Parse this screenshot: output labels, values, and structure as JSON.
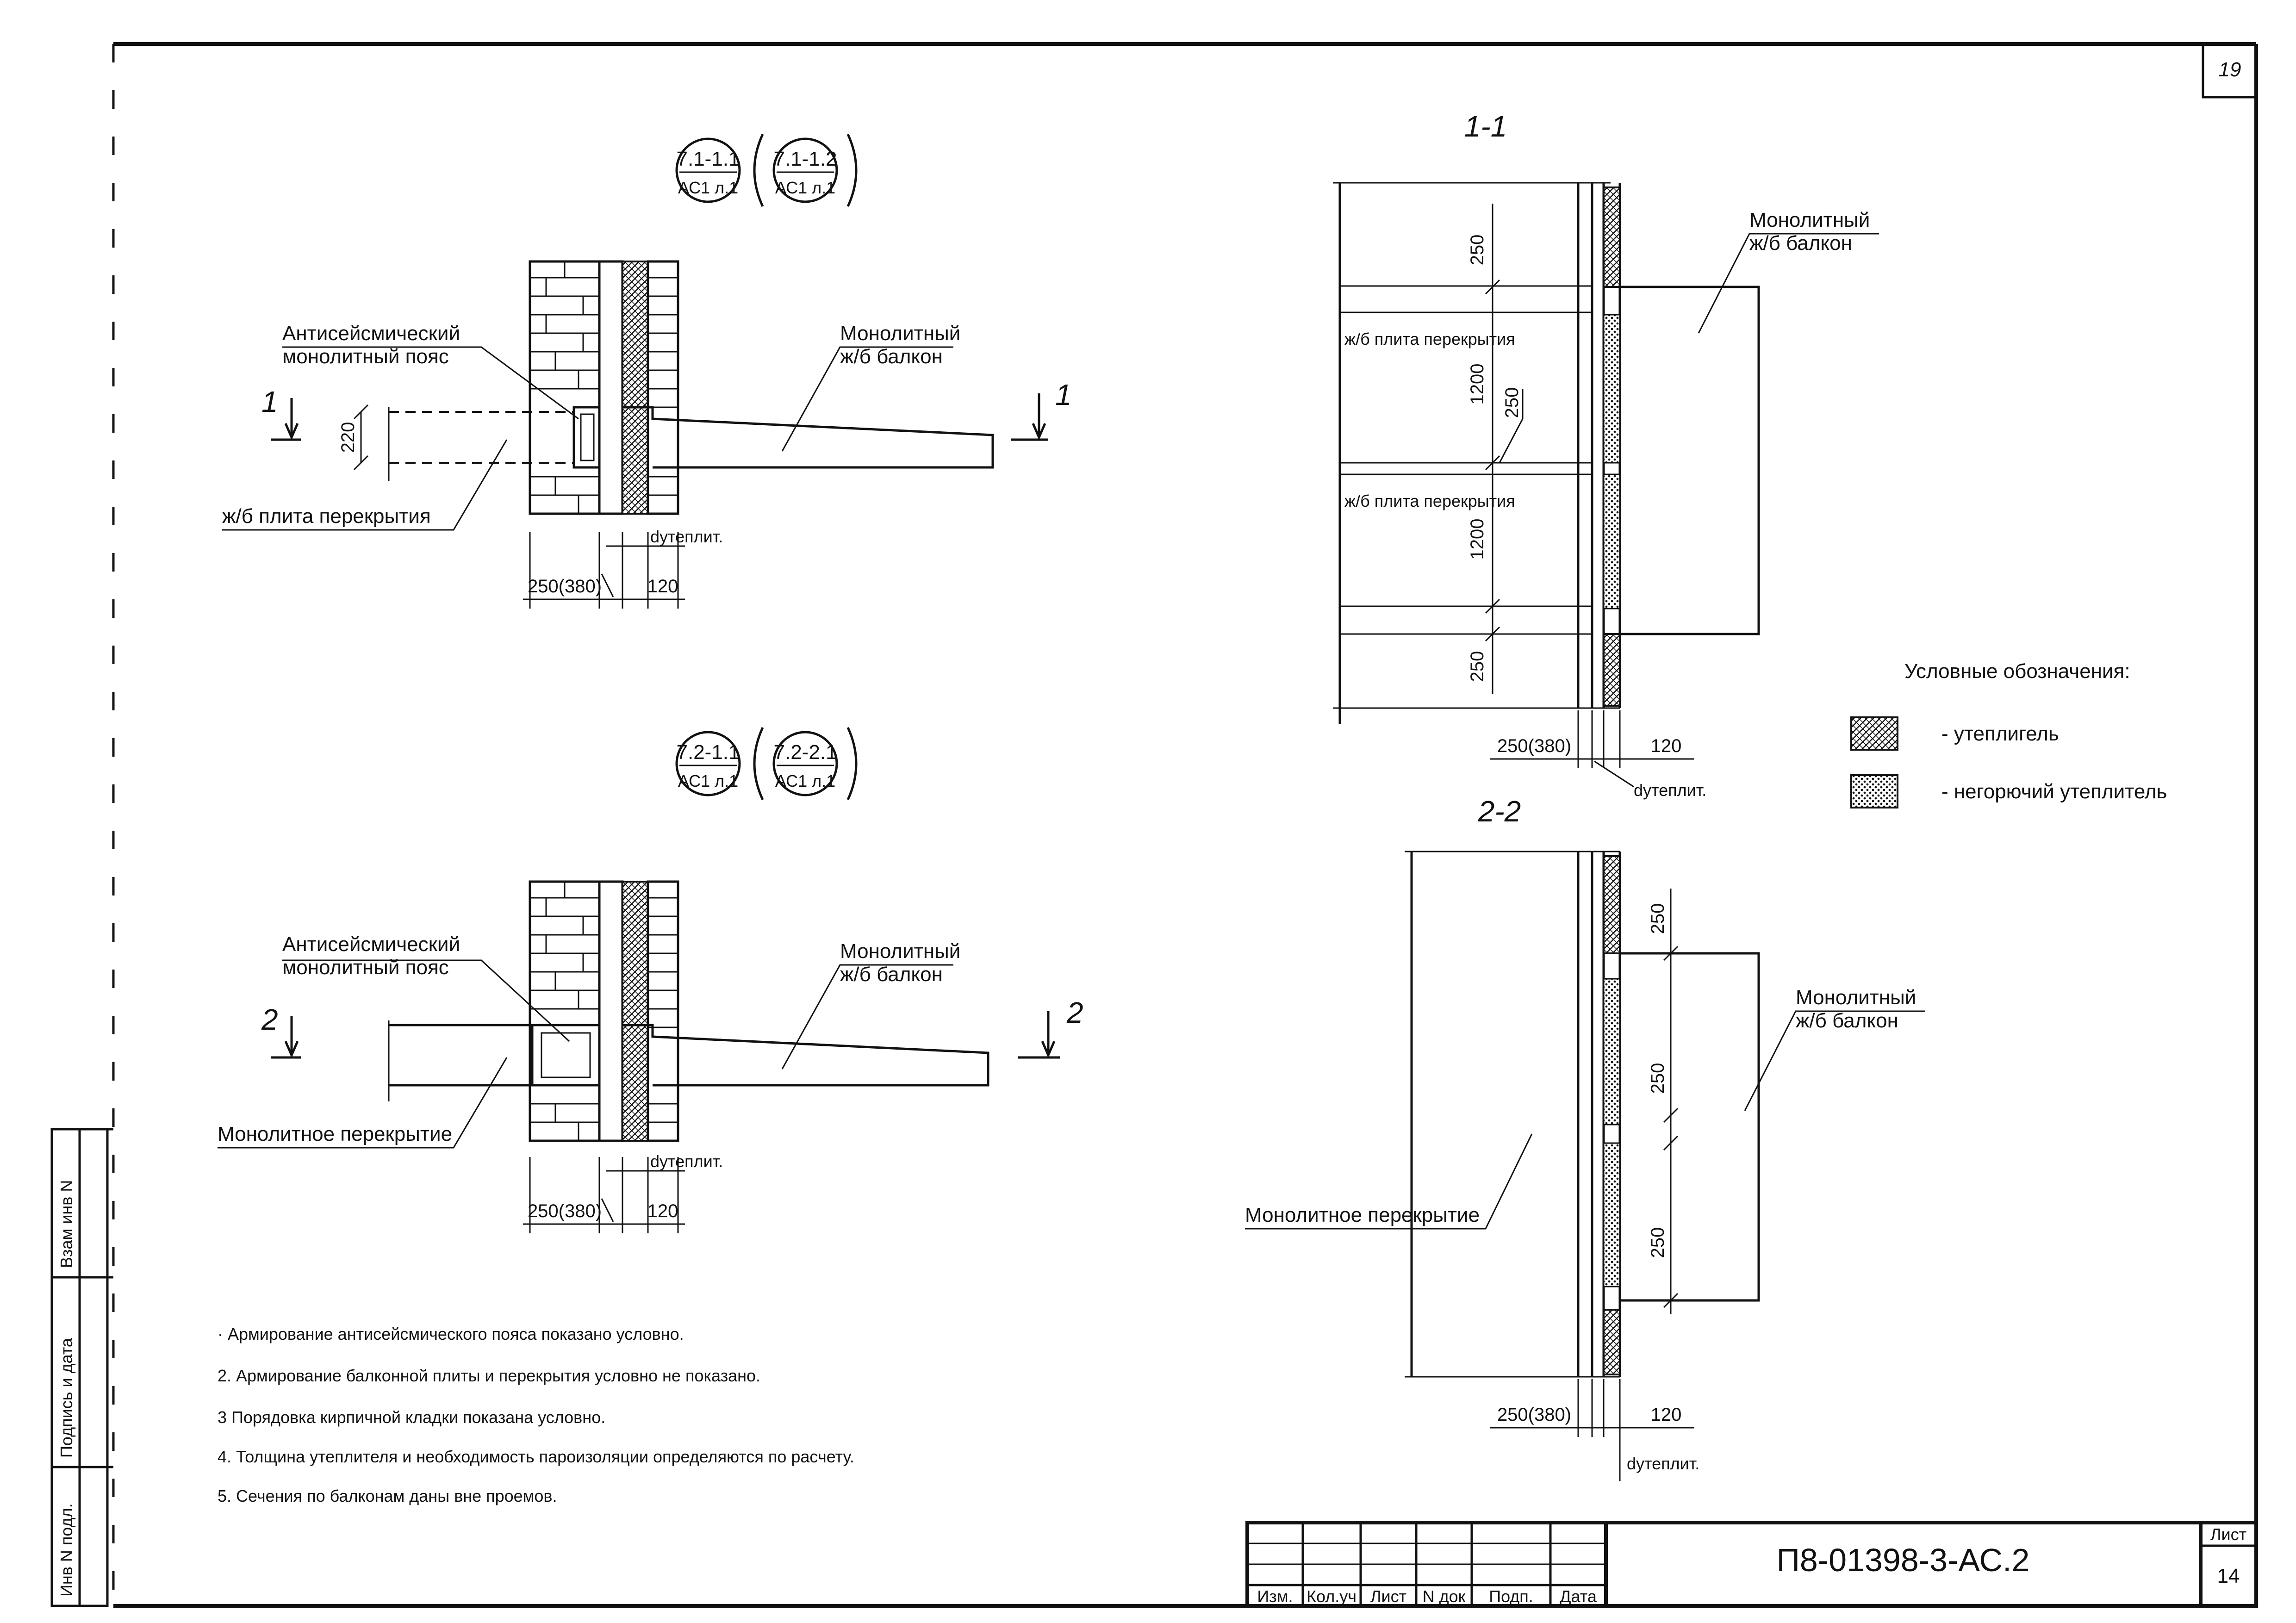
{
  "sheet": {
    "corner_number": "19",
    "document_code": "П8-01398-3-АС.2",
    "sheet_label": "Лист",
    "sheet_number": "14",
    "title_block_headers": [
      "Изм.",
      "Кол.уч",
      "Лист",
      "N док",
      "Подп.",
      "Дата"
    ],
    "side_stamp": [
      "Инв N подл.",
      "Подпись и дата",
      "Взам инв N"
    ]
  },
  "detail_top": {
    "callout_left": {
      "top": "7.1-1.1",
      "bottom": "АС1 л.1"
    },
    "callout_right": {
      "top": "7.1-1.2",
      "bottom": "АС1 л.1"
    },
    "label_belt": [
      "Антисейсмический",
      "монолитный пояс"
    ],
    "label_balcony": [
      "Монолитный",
      "ж/б балкон"
    ],
    "label_slab": "ж/б плита перекрытия",
    "dim_height": "220",
    "dim_wall": "250(380)",
    "dim_insul": "120",
    "dim_insul_label": "dутеплит.",
    "cut_mark": "1"
  },
  "detail_bottom": {
    "callout_left": {
      "top": "7.2-1.1",
      "bottom": "АС1 л.1"
    },
    "callout_right": {
      "top": "7.2-2.1",
      "bottom": "АС1 л.1"
    },
    "label_belt": [
      "Антисейсмический",
      "монолитный пояс"
    ],
    "label_balcony": [
      "Монолитный",
      "ж/б балкон"
    ],
    "label_slab": "Монолитное перекрытие",
    "dim_wall": "250(380)",
    "dim_insul": "120",
    "dim_insul_label": "dутеплит.",
    "cut_mark": "2"
  },
  "section_1": {
    "title": "1-1",
    "label_balcony": [
      "Монолитный",
      "ж/б балкон"
    ],
    "slab_labels": [
      "ж/б плита перекрытия",
      "ж/б плита перекрытия"
    ],
    "dims_vertical": [
      "250",
      "1200",
      "250",
      "1200",
      "250"
    ],
    "dim_wall": "250(380)",
    "dim_insul": "120",
    "dim_insul_label": "dутеплит."
  },
  "section_2": {
    "title": "2-2",
    "label_balcony": [
      "Монолитный",
      "ж/б балкон"
    ],
    "label_slab": "Монолитное перекрытие",
    "dims_vertical": [
      "250",
      "250",
      "250"
    ],
    "dim_wall": "250(380)",
    "dim_insul": "120",
    "dim_insul_label": "dутеплит."
  },
  "legend": {
    "title": "Условные обозначения:",
    "items": [
      "- утеплигель",
      "- негорючий утеплитель"
    ]
  },
  "notes": [
    "· Армирование антисейсмического пояса показано условно.",
    "2. Армирование балконной плиты и перекрытия условно не показано.",
    "3 Порядовка кирпичной кладки показана условно.",
    "4. Толщина утеплителя и необходимость пароизоляции определяются по расчету.",
    "5. Сечения по балконам даны вне проемов."
  ]
}
